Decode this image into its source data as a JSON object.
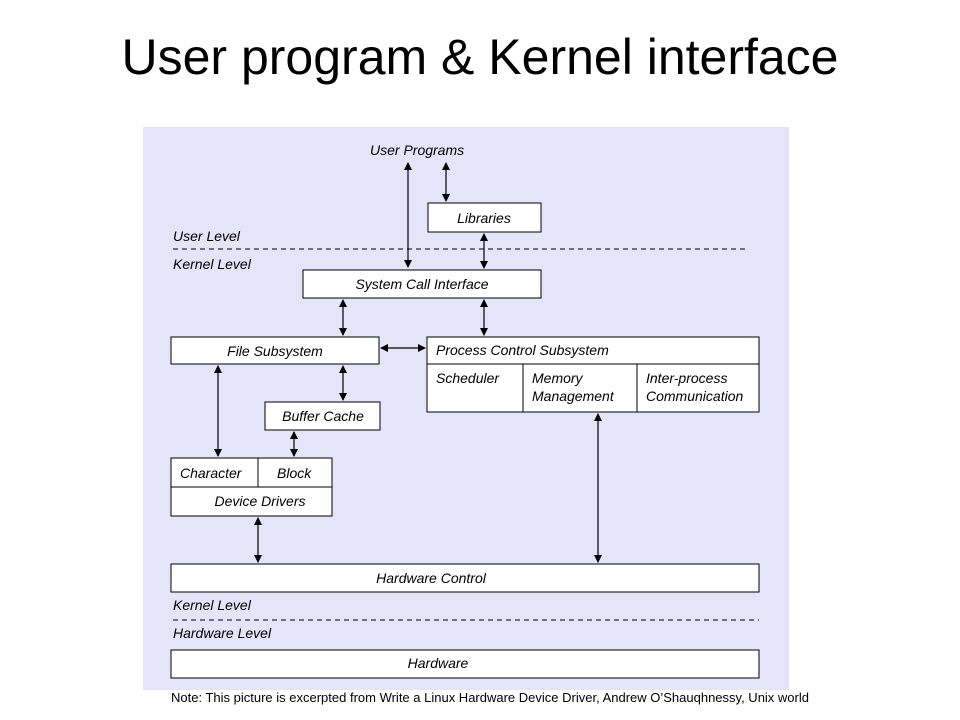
{
  "page": {
    "title": "User program & Kernel interface",
    "note": "Note: This picture is excerpted from Write a Linux Hardware Device Driver, Andrew O’Shauqhnessy, Unix world"
  },
  "diagram": {
    "user_programs": "User Programs",
    "libraries": "Libraries",
    "user_level": "User Level",
    "kernel_level_top": "Kernel Level",
    "system_call_interface": "System Call Interface",
    "file_subsystem": "File Subsystem",
    "process_control_subsystem": "Process Control Subsystem",
    "scheduler": "Scheduler",
    "memory_line1": "Memory",
    "memory_line2": "Management",
    "ipc_line1": "Inter-process",
    "ipc_line2": "Communication",
    "buffer_cache": "Buffer Cache",
    "character": "Character",
    "block": "Block",
    "device_drivers": "Device Drivers",
    "hardware_control": "Hardware Control",
    "kernel_level_bottom": "Kernel Level",
    "hardware_level": "Hardware Level",
    "hardware": "Hardware"
  }
}
